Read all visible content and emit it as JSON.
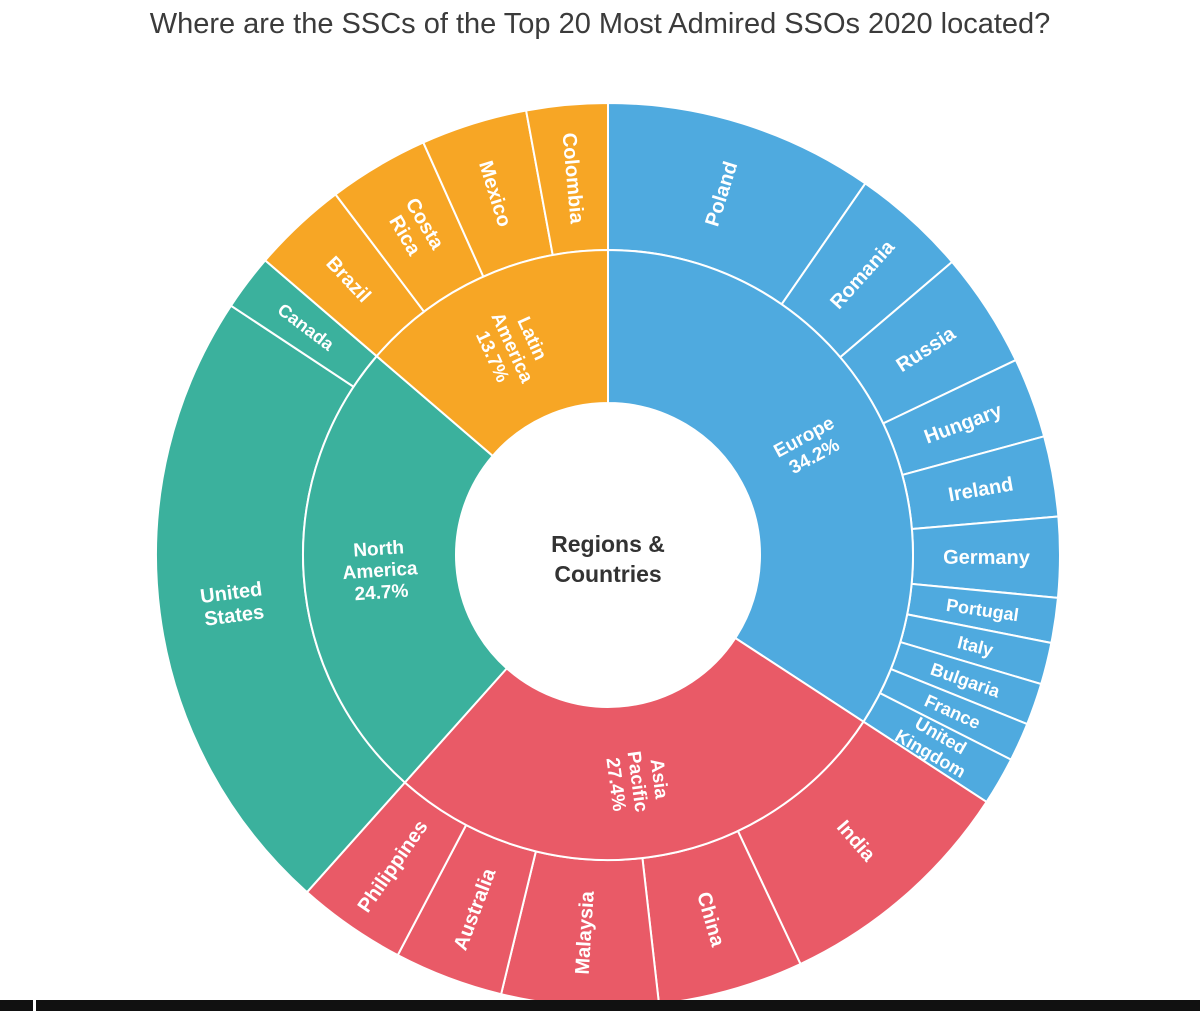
{
  "chart_data": {
    "type": "sunburst",
    "title": "Where are the SSCs of the Top 20 Most Admired SSOs 2020 located?",
    "center_label": [
      "Regions &",
      "Countries"
    ],
    "regions": [
      {
        "name": "Europe",
        "share_label": "34.2%",
        "value": 34.2,
        "color": "#4faadf",
        "countries": [
          {
            "name": "Poland",
            "value": 8.4
          },
          {
            "name": "Romania",
            "value": 3.6
          },
          {
            "name": "Russia",
            "value": 3.6
          },
          {
            "name": "Hungary",
            "value": 2.5
          },
          {
            "name": "Ireland",
            "value": 2.5
          },
          {
            "name": "Germany",
            "value": 2.5
          },
          {
            "name": "Portugal",
            "value": 1.4
          },
          {
            "name": "Italy",
            "value": 1.3
          },
          {
            "name": "Bulgaria",
            "value": 1.3
          },
          {
            "name": "France",
            "value": 1.2
          },
          {
            "name": "United Kingdom",
            "value": 1.5
          }
        ]
      },
      {
        "name": "Asia Pacific",
        "share_label": "27.4%",
        "value": 27.4,
        "color": "#e95a67",
        "countries": [
          {
            "name": "India",
            "value": 8.8
          },
          {
            "name": "China",
            "value": 5.2
          },
          {
            "name": "Malaysia",
            "value": 5.6
          },
          {
            "name": "Australia",
            "value": 3.9
          },
          {
            "name": "Philippines",
            "value": 3.9
          }
        ]
      },
      {
        "name": "North America",
        "share_label": "24.7%",
        "value": 24.7,
        "color": "#3bb19d",
        "countries": [
          {
            "name": "United States",
            "value": 22.7
          },
          {
            "name": "Canada",
            "value": 2.0
          }
        ]
      },
      {
        "name": "Latin America",
        "share_label": "13.7%",
        "value": 13.7,
        "color": "#f7a625",
        "countries": [
          {
            "name": "Brazil",
            "value": 3.4
          },
          {
            "name": "Costa Rica",
            "value": 3.6
          },
          {
            "name": "Mexico",
            "value": 3.8
          },
          {
            "name": "Colombia",
            "value": 2.9
          }
        ]
      }
    ]
  }
}
